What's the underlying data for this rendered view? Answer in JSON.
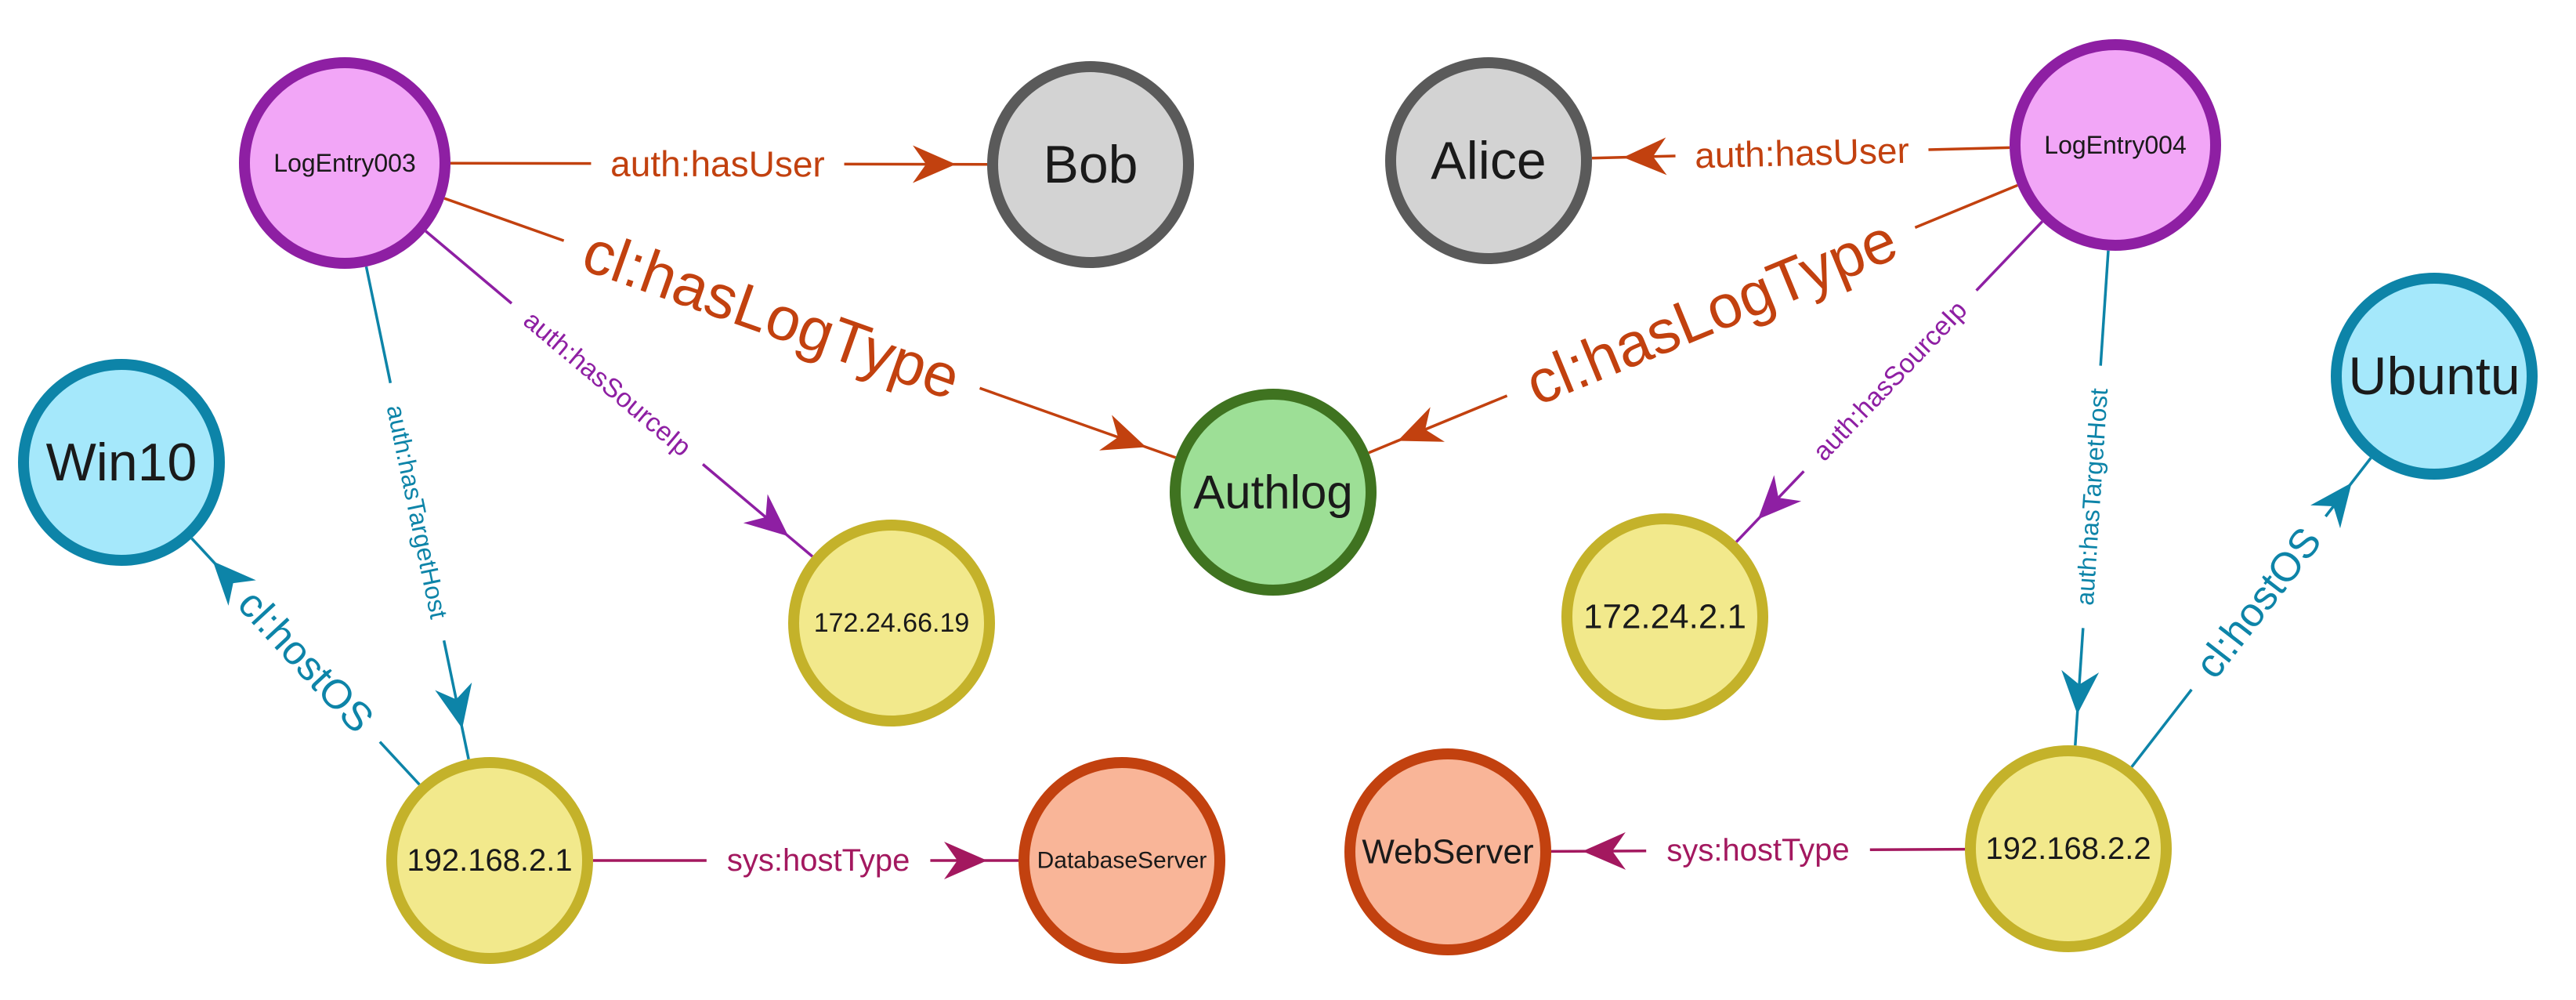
{
  "colors": {
    "entry_fill": "#f2a6f7",
    "entry_stroke": "#8e1fa3",
    "person_fill": "#d3d3d3",
    "person_stroke": "#5a5a5a",
    "ip_fill": "#f2e98c",
    "ip_stroke": "#c4b22a",
    "os_fill": "#a5e8fb",
    "os_stroke": "#0d84a8",
    "type_fill": "#f9b598",
    "type_stroke": "#c2410f",
    "log_fill": "#9ddf96",
    "log_stroke": "#3f7320",
    "edge_user": "#c2410f",
    "edge_logtype": "#c2410f",
    "edge_sourceip": "#8e1fa3",
    "edge_targethost": "#0d84a8",
    "edge_hostos": "#0d84a8",
    "edge_hosttype": "#a3185f"
  },
  "nodes": {
    "logentry003": "LogEntry003",
    "logentry004": "LogEntry004",
    "bob": "Bob",
    "alice": "Alice",
    "authlog": "Authlog",
    "win10": "Win10",
    "ubuntu": "Ubuntu",
    "ip_172_24_66_19": "172.24.66.19",
    "ip_172_24_2_1": "172.24.2.1",
    "ip_192_168_2_1": "192.168.2.1",
    "ip_192_168_2_2": "192.168.2.2",
    "databaseserver": "DatabaseServer",
    "webserver": "WebServer"
  },
  "edges": {
    "le3_user": "auth:hasUser",
    "le4_user": "auth:hasUser",
    "le3_logtype": "cl:hasLogType",
    "le4_logtype": "cl:hasLogType",
    "le3_sourceip": "auth:hasSourceIp",
    "le4_sourceip": "auth:hasSourceIp",
    "le3_targethost": "auth:hasTargetHost",
    "le4_targethost": "auth:hasTargetHost",
    "h1_hostos": "cl:hostOS",
    "h2_hostos": "cl:hostOS",
    "h1_hosttype": "sys:hostType",
    "h2_hosttype": "sys:hostType"
  }
}
